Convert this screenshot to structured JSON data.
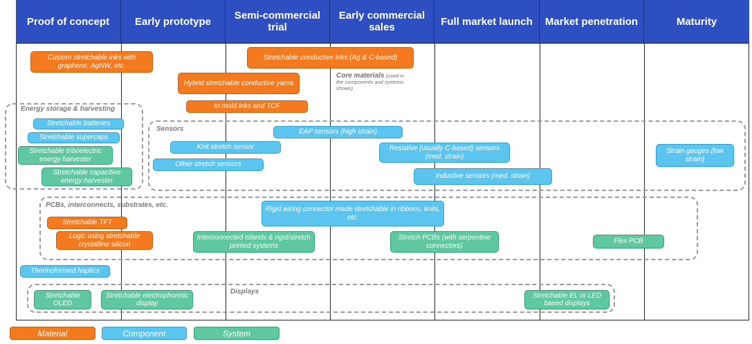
{
  "headers": [
    "Proof of concept",
    "Early prototype",
    "Semi-commercial trial",
    "Early commercial sales",
    "Full market launch",
    "Market penetration",
    "Maturity"
  ],
  "groups": {
    "energy": "Energy storage & harvesting",
    "sensors": "Sensors",
    "pcbs": "PCBs, interconnects, substrates, etc.",
    "displays": "Displays"
  },
  "core_note": {
    "title": "Core materials",
    "detail": "(used in the components and systems shown)"
  },
  "boxes": {
    "custom_inks": "Custom stretchable inks with graphene, AgNW, etc.",
    "conductive_inks": "Stretchable conductive inks (Ag & C-based)",
    "hybrid_yarns": "Hybrid stretchable conductive yarns",
    "in_mold_inks": "In mold inks and TCF",
    "batteries": "Stretchable batteries",
    "supercaps": "Stretchable supercaps",
    "triboelectric": "Stretchable triboelectric energy harvester",
    "capacitive_harvester": "Stretchable capacitive energy harvester",
    "eap_sensors": "EAP sensors (high strain)",
    "knit_sensor": "Knit stretch sensor",
    "other_sensors": "Other stretch sensors",
    "resistive_sensors": "Resistive (usually C-based) sensors (med. strain)",
    "inductive_sensors": "Inductive sensors (med. strain)",
    "strain_gauges": "Strain gauges (low strain)",
    "rigid_wiring": "Rigid wiring connector made stretchable in ribbons, knits, etc.",
    "tft": "Stretchable TFT",
    "logic_silicon": "Logic using stretchable crystalline silicon",
    "islands": "Interconnected islands & rigid/stretch printed systems",
    "stretch_pcbs": "Stretch PCBs (with serpentine connectors)",
    "flex_pcb": "Flex PCB",
    "haptics": "Thermoformed haptics",
    "oled": "Stretchable OLED",
    "electrophoretic": "Stretchable electrophoretic display",
    "el_led": "Stretchable EL or LED based displays"
  },
  "legend": {
    "material": "Material",
    "component": "Component",
    "system": "System"
  },
  "colors": {
    "header": "#2e4fc1",
    "material": "#f47a20",
    "component": "#5bc5ef",
    "system": "#5fc8a0"
  }
}
